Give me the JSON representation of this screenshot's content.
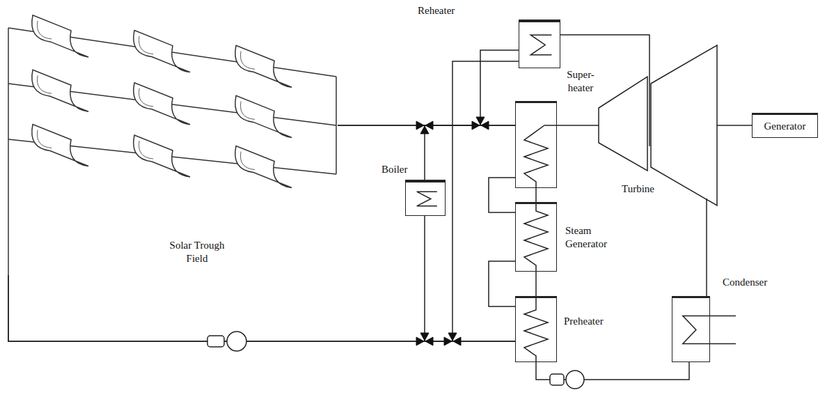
{
  "diagram": {
    "nodes": [
      {
        "text": [
          "Solar Trough Field"
        ]
      },
      {
        "text": [
          "Reheater"
        ]
      },
      {
        "text": [
          "Super- heater"
        ]
      },
      {
        "text": [
          "Boiler"
        ]
      },
      {
        "text": [
          "Steam Generator"
        ]
      },
      {
        "text": [
          "Turbine"
        ]
      },
      {
        "text": [
          "Generator"
        ]
      },
      {
        "text": [
          "Preheater"
        ]
      },
      {
        "text": [
          "Condenser"
        ]
      }
    ],
    "edges": [
      {
        "from": 0,
        "to": 2,
        "arrow": "none"
      },
      {
        "from": 0,
        "to": 1,
        "arrow": "none"
      },
      {
        "from": 3,
        "to": 2,
        "arrow": "none"
      },
      {
        "from": 1,
        "to": 0,
        "arrow": "none"
      },
      {
        "from": 7,
        "to": 0,
        "arrow": "none"
      },
      {
        "from": 7,
        "to": 3,
        "arrow": "none"
      },
      {
        "from": 2,
        "to": 4,
        "arrow": "none"
      },
      {
        "from": 4,
        "to": 7,
        "arrow": "none"
      },
      {
        "from": 7,
        "to": 4,
        "arrow": "none"
      },
      {
        "from": 4,
        "to": 2,
        "arrow": "none"
      },
      {
        "from": 2,
        "to": 5,
        "arrow": "none"
      },
      {
        "from": 5,
        "to": 6,
        "arrow": "none"
      },
      {
        "from": 5,
        "to": 1,
        "arrow": "none"
      },
      {
        "from": 5,
        "to": 8,
        "arrow": "none"
      },
      {
        "from": 8,
        "to": 7,
        "arrow": "none"
      }
    ]
  }
}
